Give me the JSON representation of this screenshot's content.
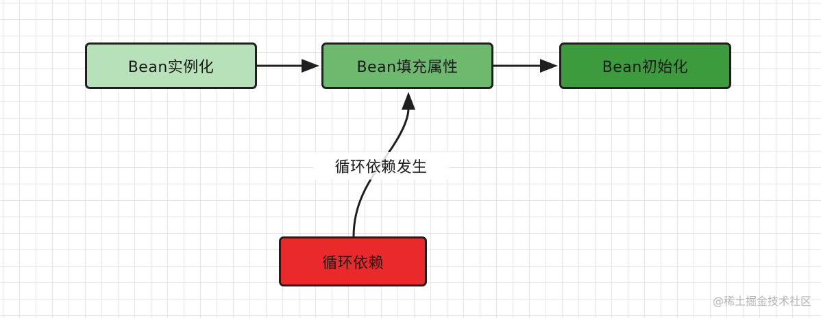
{
  "nodes": {
    "instantiate": {
      "label": "Bean实例化",
      "fill": "#b7e1b9"
    },
    "populate": {
      "label": "Bean填充属性",
      "fill": "#6dba6f"
    },
    "initialize": {
      "label": "Bean初始化",
      "fill": "#3c9b3c"
    },
    "circular": {
      "label": "循环依赖",
      "fill": "#ea2a2a"
    }
  },
  "edges": {
    "trigger_label": "循环依赖发生"
  },
  "colors": {
    "stroke": "#1f1f1f",
    "grid": "#e6e6e6"
  },
  "watermark": "@稀土掘金技术社区"
}
